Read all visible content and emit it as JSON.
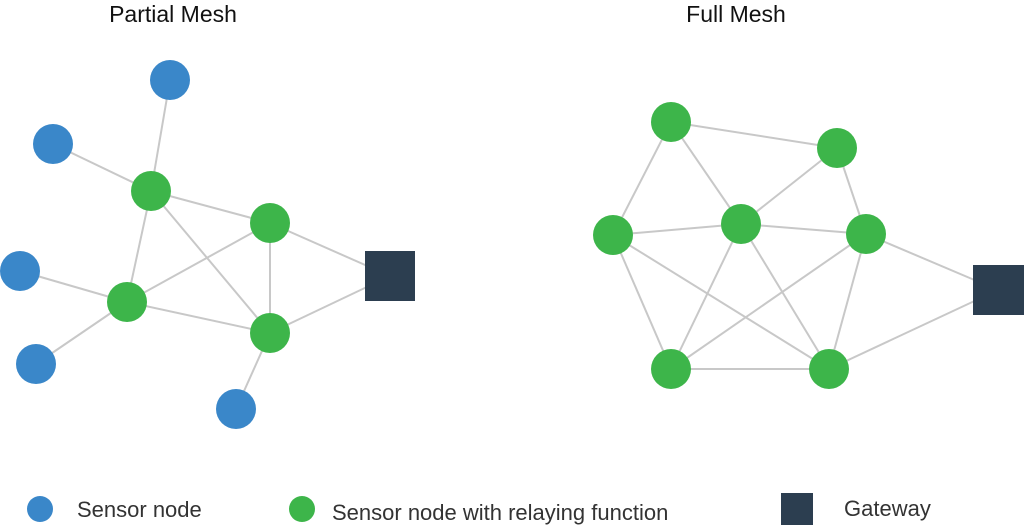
{
  "titles": {
    "partial": "Partial Mesh",
    "full": "Full Mesh"
  },
  "legend": {
    "sensor_label": "Sensor node",
    "relay_label": "Sensor node with relaying function",
    "gateway_label": "Gateway"
  },
  "colors": {
    "sensor": "#3a87c9",
    "relay": "#3db54a",
    "gateway": "#2c3e50",
    "edge": "#c8c8c8"
  }
}
